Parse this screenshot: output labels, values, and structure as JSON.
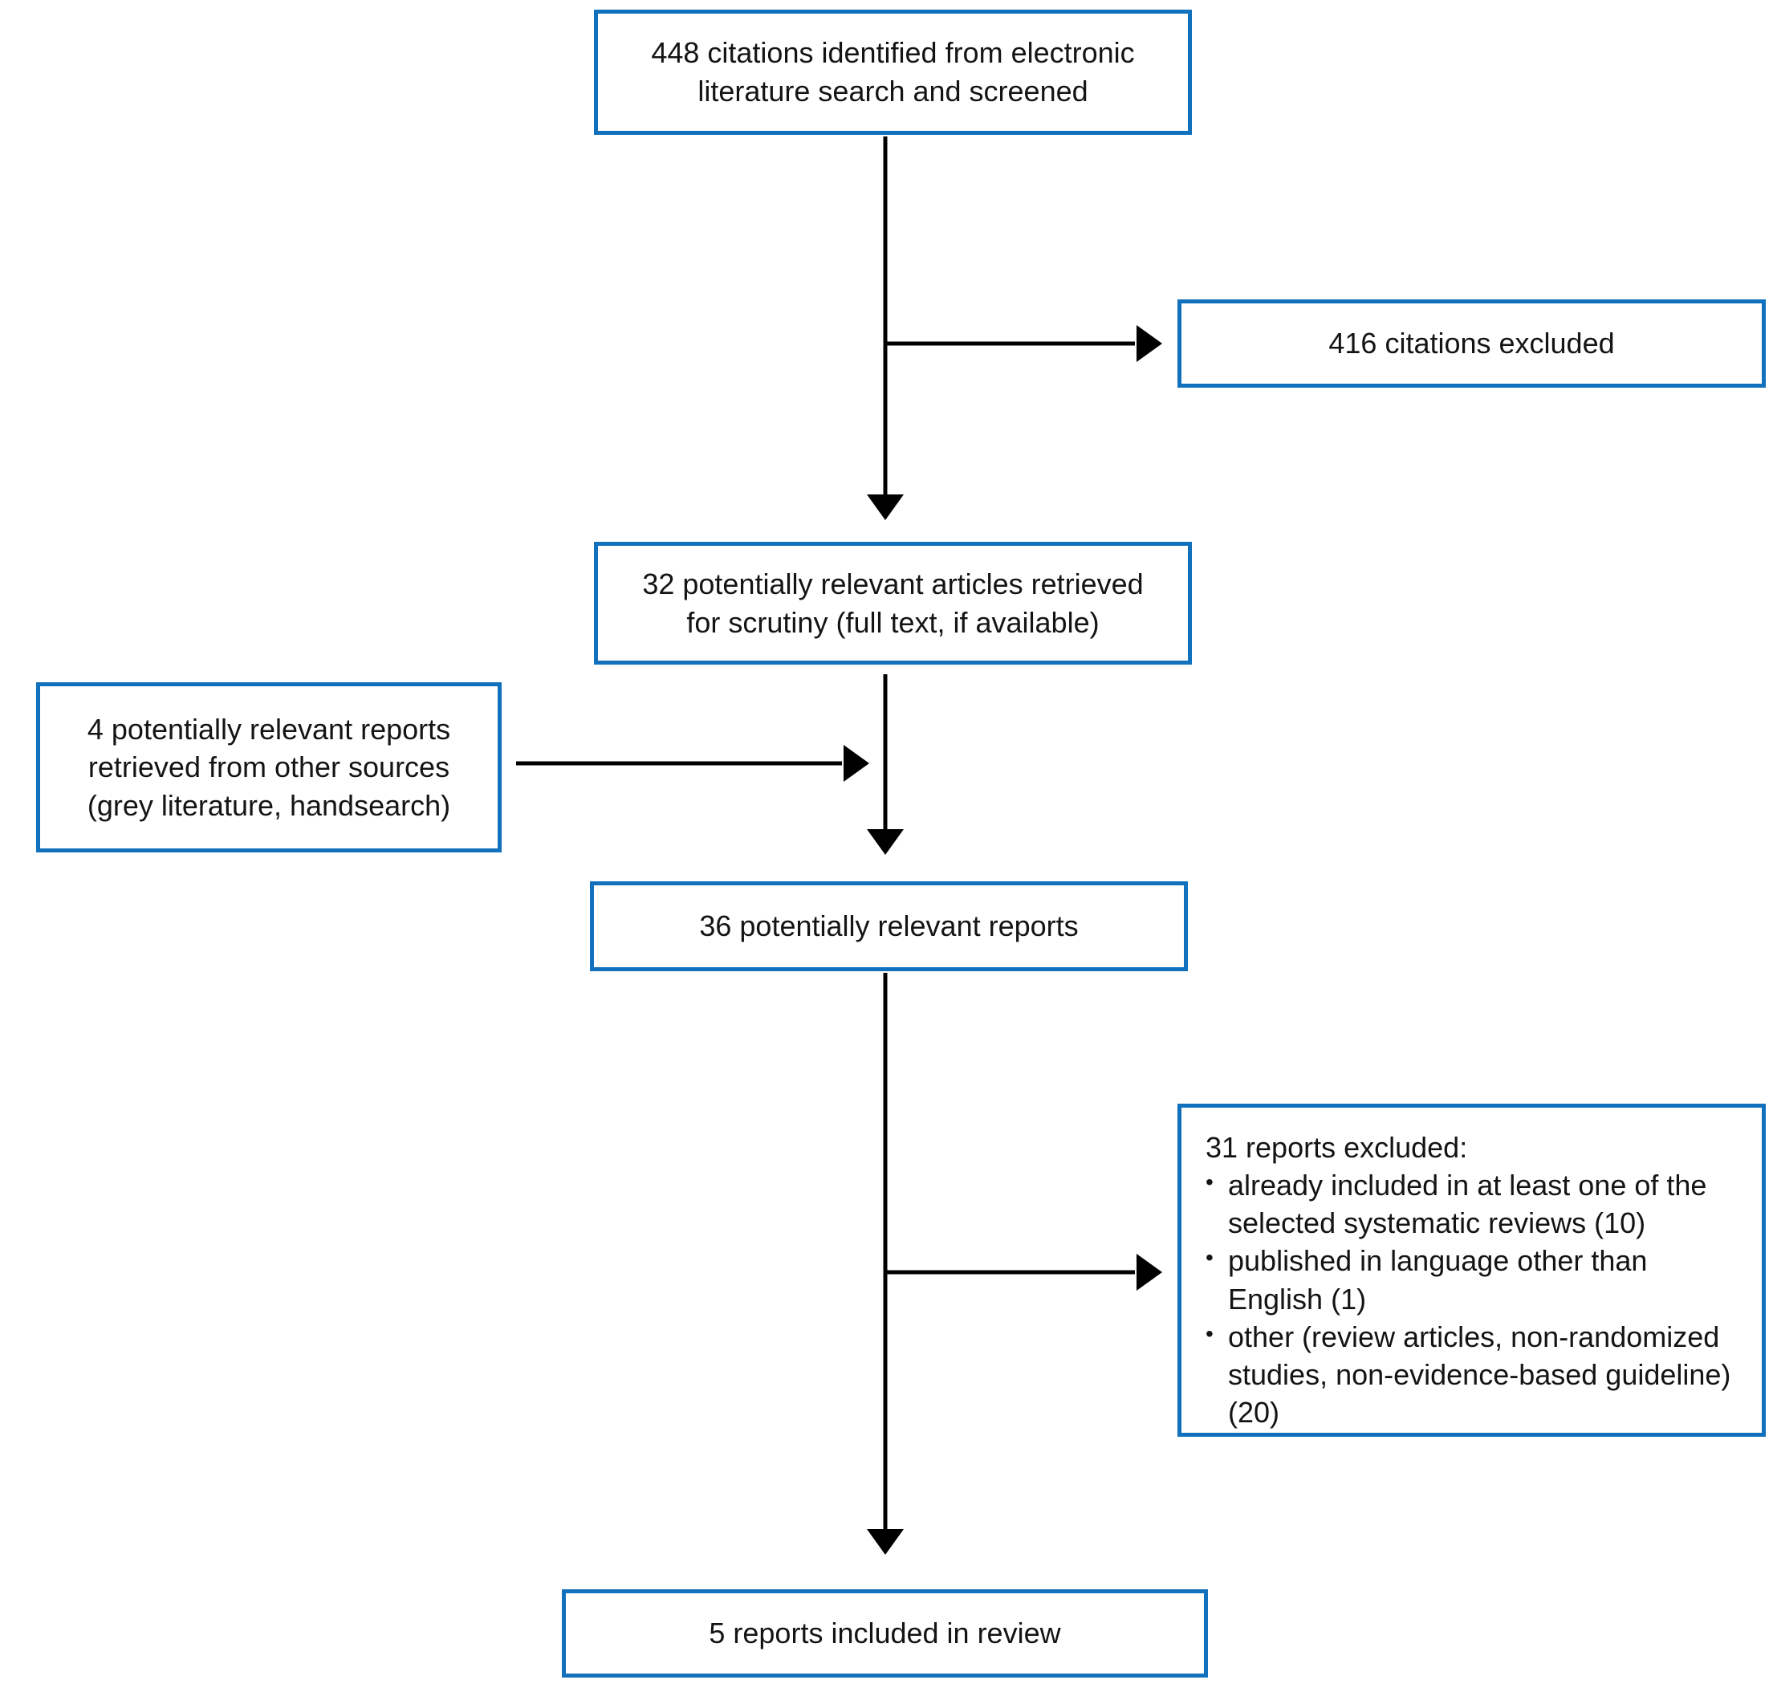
{
  "diagram": {
    "type": "flowchart",
    "accent_color": "#1271bc",
    "arrow_color": "#000000",
    "text_color": "#141414",
    "bullet_char": "•",
    "nodes": {
      "identified": {
        "lines": [
          "448 citations identified from electronic",
          "literature search and screened"
        ]
      },
      "citations_excluded": {
        "lines": [
          "416 citations excluded"
        ]
      },
      "retrieved_for_scrutiny": {
        "lines": [
          "32 potentially relevant articles retrieved",
          "for scrutiny (full text, if available)"
        ]
      },
      "other_sources": {
        "lines": [
          "4 potentially relevant reports",
          "retrieved from other sources",
          "(grey literature, handsearch)"
        ]
      },
      "relevant_reports": {
        "lines": [
          "36 potentially relevant reports"
        ]
      },
      "reports_excluded": {
        "title": "31 reports excluded:",
        "bullets": [
          {
            "lines": [
              "already included in at least one of the",
              "selected systematic reviews (10)"
            ]
          },
          {
            "lines": [
              "published in language other than",
              "English (1)"
            ]
          },
          {
            "lines": [
              "other (review articles, non-randomized",
              "studies, non-evidence-based guideline)",
              "(20)"
            ]
          }
        ]
      },
      "included_in_review": {
        "lines": [
          "5 reports included in review"
        ]
      }
    }
  }
}
